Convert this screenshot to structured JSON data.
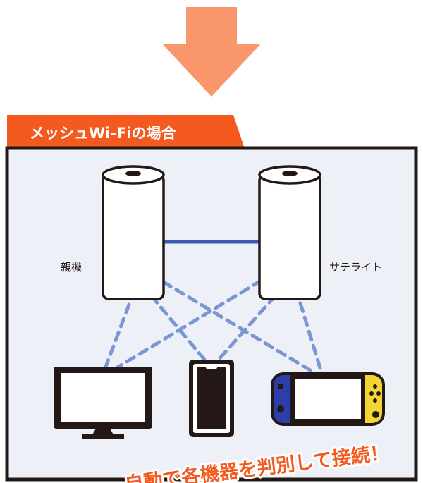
{
  "heading": "メッシュWi-Fiの場合",
  "parent_label": "親機",
  "satellite_label": "サテライト",
  "tagline": "自動で各機器を判別して接続！",
  "colors": {
    "arrow": "#f9966b",
    "banner": "#f45a1f",
    "panel_bg": "#eef0f8",
    "border": "#231815",
    "backhaul": "#3a5db0",
    "wifi_dash": "#7a97d4",
    "switch_left": "#2c3fa8",
    "switch_right": "#f3d531",
    "tagline_fill": "#f45a1f"
  },
  "icons": [
    "down-arrow-icon",
    "router-parent-icon",
    "router-satellite-icon",
    "tv-icon",
    "smartphone-icon",
    "game-console-icon"
  ]
}
